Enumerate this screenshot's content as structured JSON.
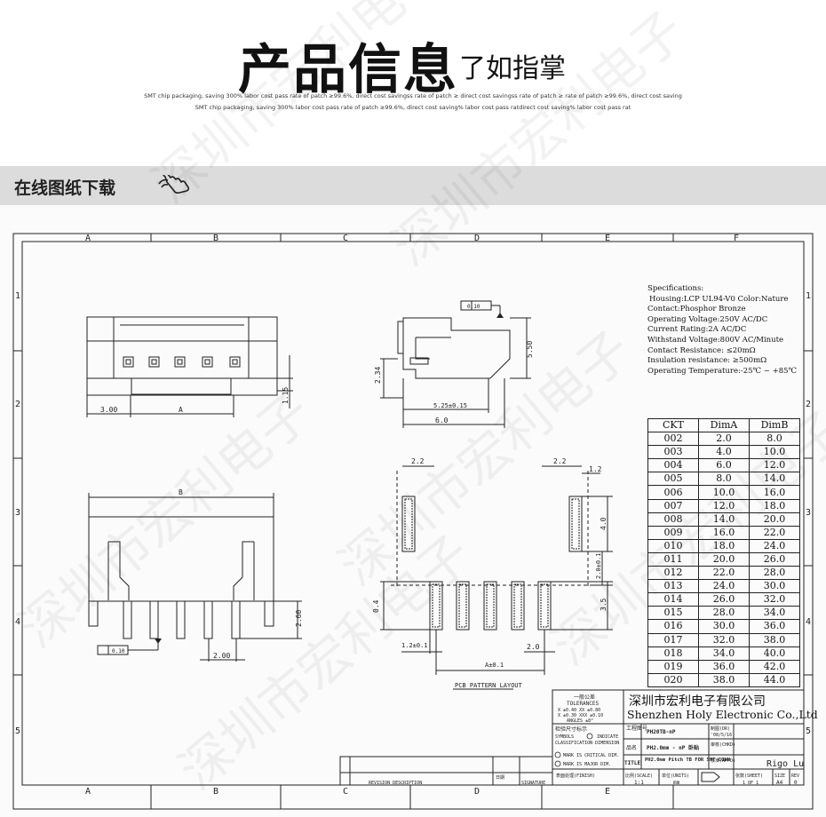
{
  "header": {
    "title": "产品信息",
    "subtitle": "了如指掌",
    "line1": "SMT chip packaging, saving 300% labor cost   pass rate of patch ≥99.6%, direct cost savingss rate of patch ≥ direct cost savingss rate of patch ≥ rate of patch ≥99.6%, direct cost saving",
    "line2": "SMT chip packaging, saving 300% labor cost   pass rate of patch ≥99.6%, direct cost saving% labor cost   pass ratdirect cost saving% labor cost   pass rat"
  },
  "bar": {
    "label": "在线图纸下载",
    "icon": "hand-pointer-icon"
  },
  "watermark": "深圳市宏利电子",
  "drawing": {
    "cols": [
      "A",
      "B",
      "C",
      "D",
      "E",
      "F"
    ],
    "rows": [
      "1",
      "2",
      "3",
      "4",
      "5"
    ],
    "dims": {
      "d010": "0.10",
      "d300": "3.00",
      "dA": "A",
      "d115": "1.15",
      "d234": "2.34",
      "d525": "5.25±0.15",
      "d550": "5.50",
      "d60": "6.0",
      "dB": "B",
      "d260": "2.60",
      "d200": "2.00",
      "d22a": "2.2",
      "d22b": "2.2",
      "d12": "1.2",
      "d40": "4.0",
      "d201": "2.0±0.1",
      "d04": "0.4",
      "d35": "3.5",
      "d1201": "1.2±0.1",
      "d20": "2.0",
      "dA01": "A±0.1",
      "pcb": "PCB PATTERN LAYOUT",
      "d010b": "0.10"
    }
  },
  "specs": {
    "title": "Specifications:",
    "lines": [
      "Housing:LCP UL94-V0 Color:Nature",
      "Contact:Phosphor Bronze",
      "Operating Voltage:250V AC/DC",
      "Current Rating:2A AC/DC",
      "Withstand Voltage:800V AC/Minute",
      "Contact Resistance: ≤20mΩ",
      "Insulation resistance: ≥500mΩ",
      "Operating Temperature:-25℃ ~ +85℃"
    ]
  },
  "ckt_table": {
    "headers": [
      "CKT",
      "DimA",
      "DimB"
    ],
    "rows": [
      [
        "002",
        "2.0",
        "8.0"
      ],
      [
        "003",
        "4.0",
        "10.0"
      ],
      [
        "004",
        "6.0",
        "12.0"
      ],
      [
        "005",
        "8.0",
        "14.0"
      ],
      [
        "006",
        "10.0",
        "16.0"
      ],
      [
        "007",
        "12.0",
        "18.0"
      ],
      [
        "008",
        "14.0",
        "20.0"
      ],
      [
        "009",
        "16.0",
        "22.0"
      ],
      [
        "010",
        "18.0",
        "24.0"
      ],
      [
        "011",
        "20.0",
        "26.0"
      ],
      [
        "012",
        "22.0",
        "28.0"
      ],
      [
        "013",
        "24.0",
        "30.0"
      ],
      [
        "014",
        "26.0",
        "32.0"
      ],
      [
        "015",
        "28.0",
        "34.0"
      ],
      [
        "016",
        "30.0",
        "36.0"
      ],
      [
        "017",
        "32.0",
        "38.0"
      ],
      [
        "018",
        "34.0",
        "40.0"
      ],
      [
        "019",
        "36.0",
        "42.0"
      ],
      [
        "020",
        "38.0",
        "44.0"
      ]
    ]
  },
  "title_block": {
    "tol_title": "一般公差",
    "tol_en": "TOLERANCES",
    "tol1": "X  ±0.40   XX  ±0.80",
    "tol2": "X  ±0.30   XXX  ±0.10",
    "tol3": "ANGLES    ±8°",
    "company_cn": "深圳市宏利电子有限公司",
    "company_en": "Shenzhen Holy Electronic Co.,Ltd",
    "check_title": "检验尺寸标示",
    "symbols": "SYMBOLS",
    "indicate": "INDICATE",
    "classification": "CLASSIFICATION DIMENSION",
    "critical": "MARK IS CRITICAL DIM.",
    "major": "MARK IS MAJOR DIM.",
    "proj_label": "工程图号",
    "proj_value": "PH20TB-nP",
    "name_label": "品名",
    "name_value": "PH2.0mm - nP 卧贴",
    "title_label": "TITLE",
    "title_value": "PH2.0mm Pitch TB FOR SMT CONN",
    "drawn_label": "制图(DR)",
    "drawn_date": "'08/5/16",
    "check_label": "审核(CHKD)",
    "approve_label": "核准(APPD)",
    "approve_value": "Rigo Lu",
    "finish_label": "表面处理(FINISH)",
    "scale_label": "比例(SCALE)",
    "scale_value": "1:1",
    "unit_label": "单位(UNITS)",
    "unit_value": "mm",
    "sheet_label": "张数(SHEET)",
    "sheet_value": "1 OF 1",
    "size_label": "SIZE",
    "size_value": "A4",
    "rev_label": "REV",
    "rev_value": "0",
    "rev_hist": "REVISION   DESCRIPTION",
    "date_label": "日期",
    "sig_label": "SIGNATURE"
  }
}
